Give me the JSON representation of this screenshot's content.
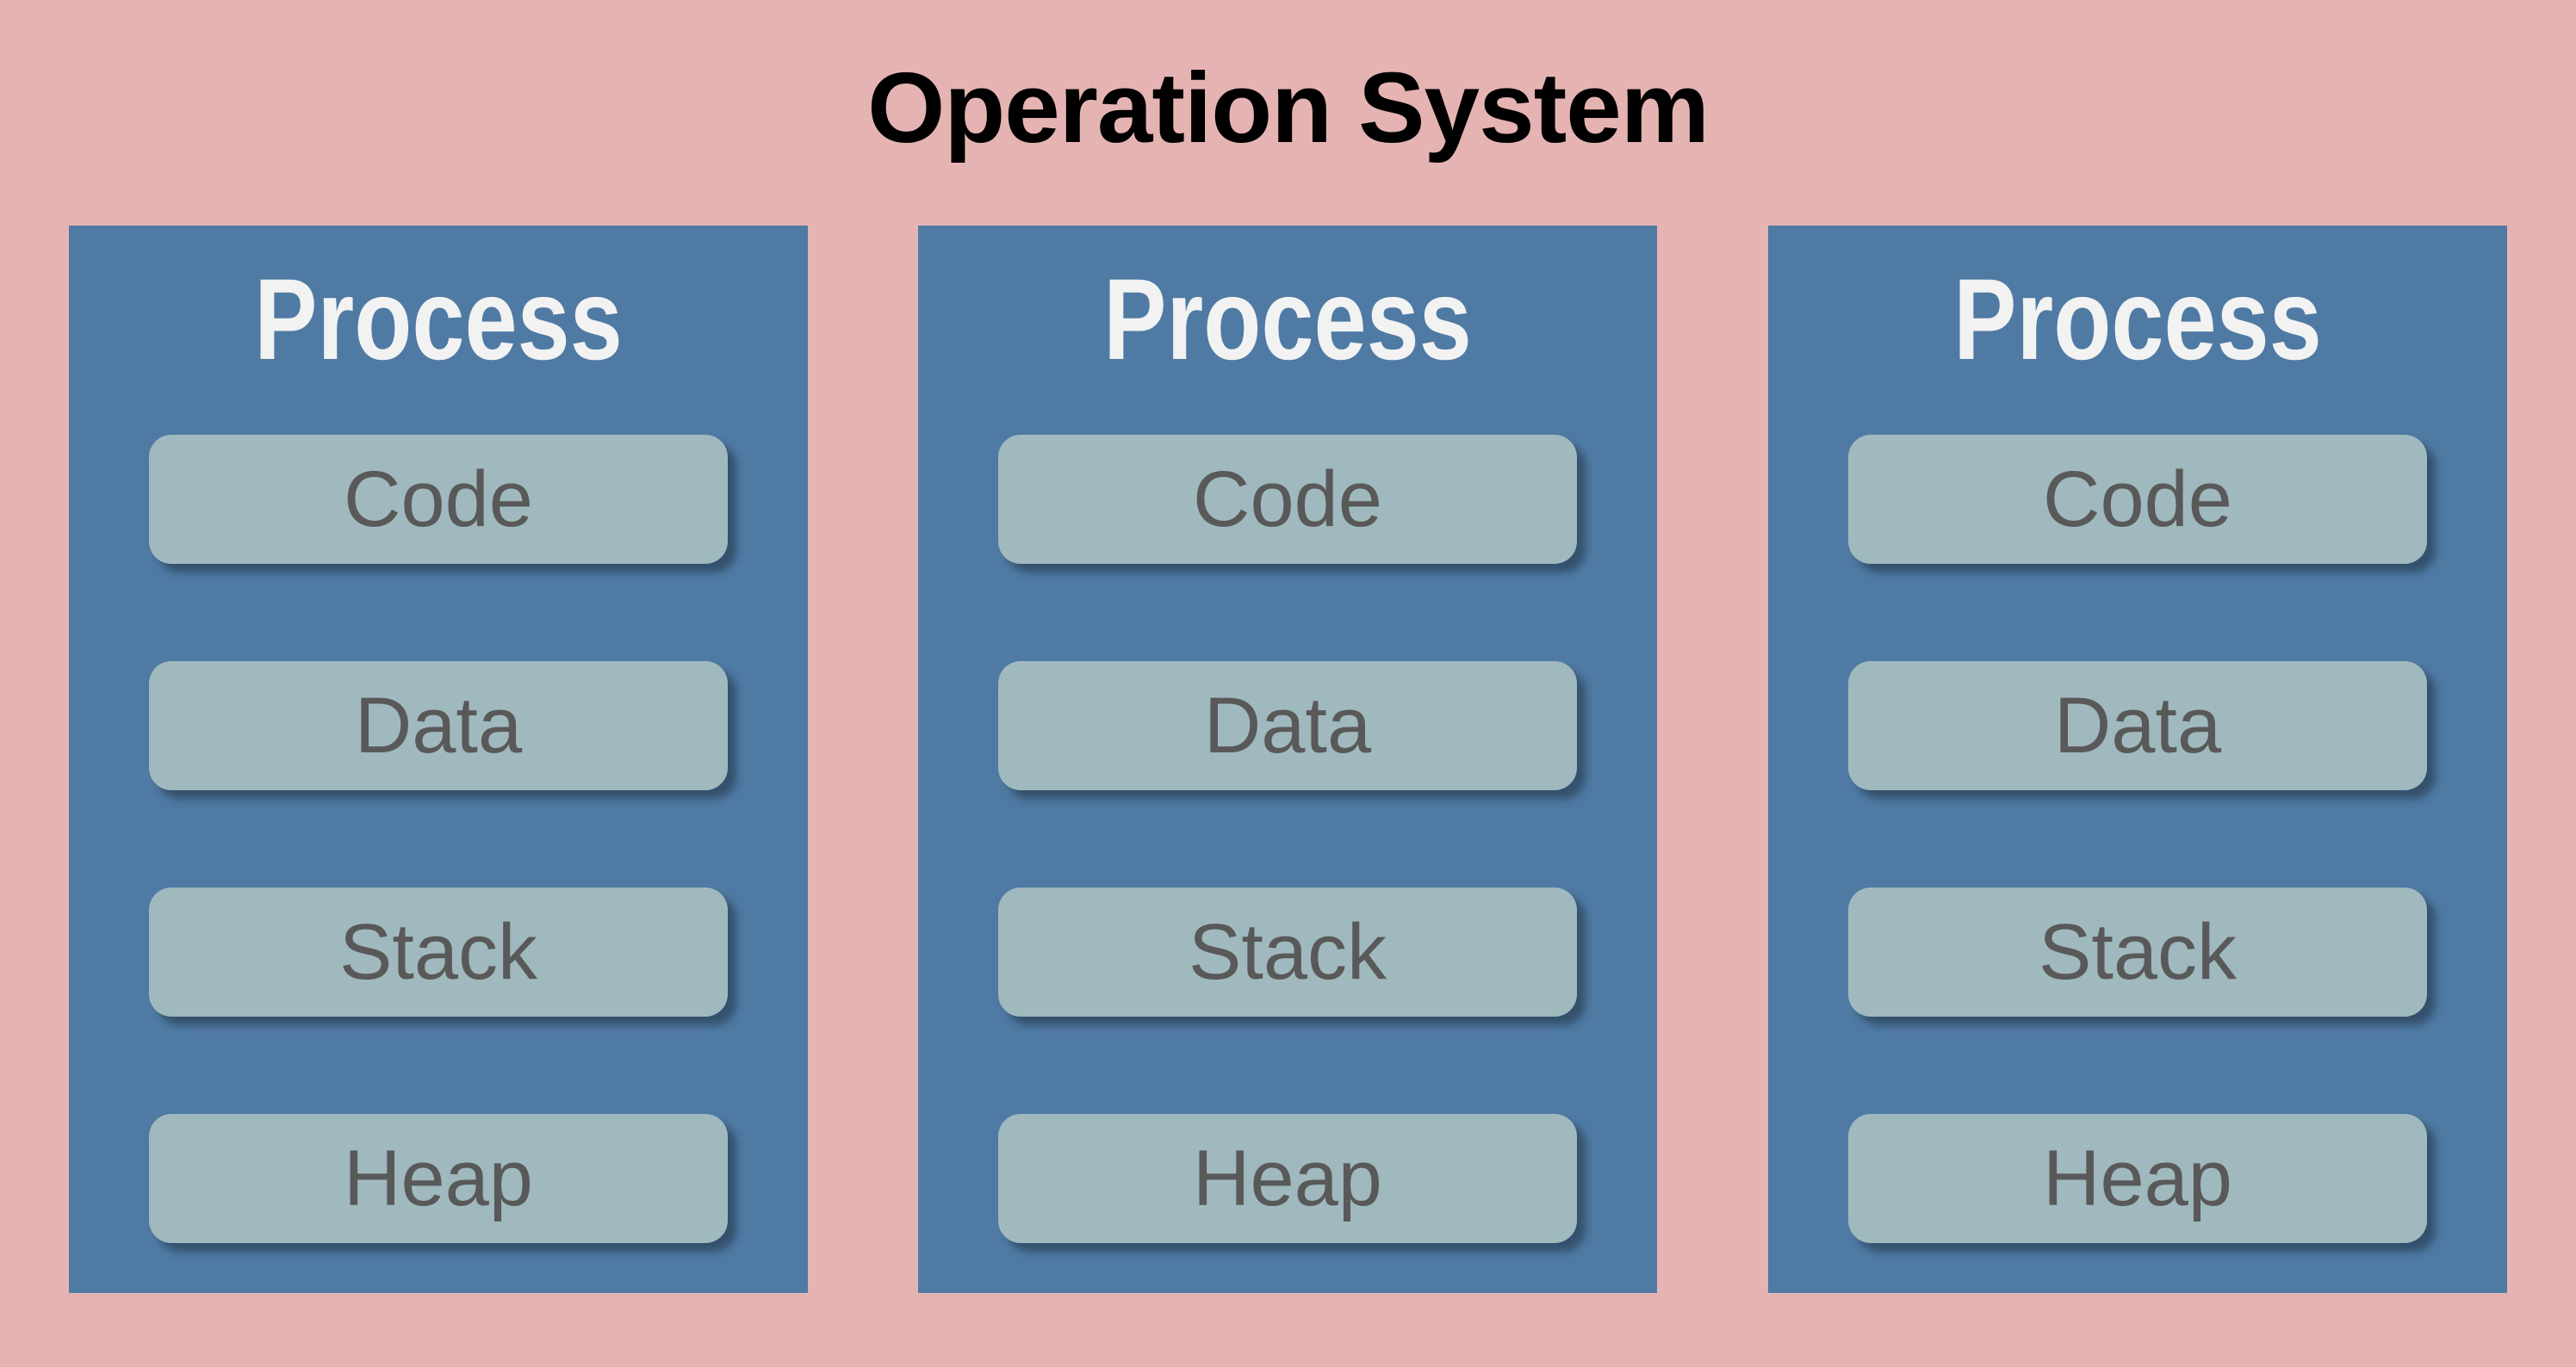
{
  "title": "Operation System",
  "processes": [
    {
      "title": "Process",
      "segments": [
        "Code",
        "Data",
        "Stack",
        "Heap"
      ]
    },
    {
      "title": "Process",
      "segments": [
        "Code",
        "Data",
        "Stack",
        "Heap"
      ]
    },
    {
      "title": "Process",
      "segments": [
        "Code",
        "Data",
        "Stack",
        "Heap"
      ]
    }
  ],
  "colors": {
    "background": "#e5b4b2",
    "process_box": "#4f7aa3",
    "process_title_text": "#f2f2f2",
    "segment_box": "#a0b9be",
    "segment_text": "#595959",
    "main_title_text": "#000000",
    "segment_shadow": "rgba(26,42,58,0.5)"
  }
}
